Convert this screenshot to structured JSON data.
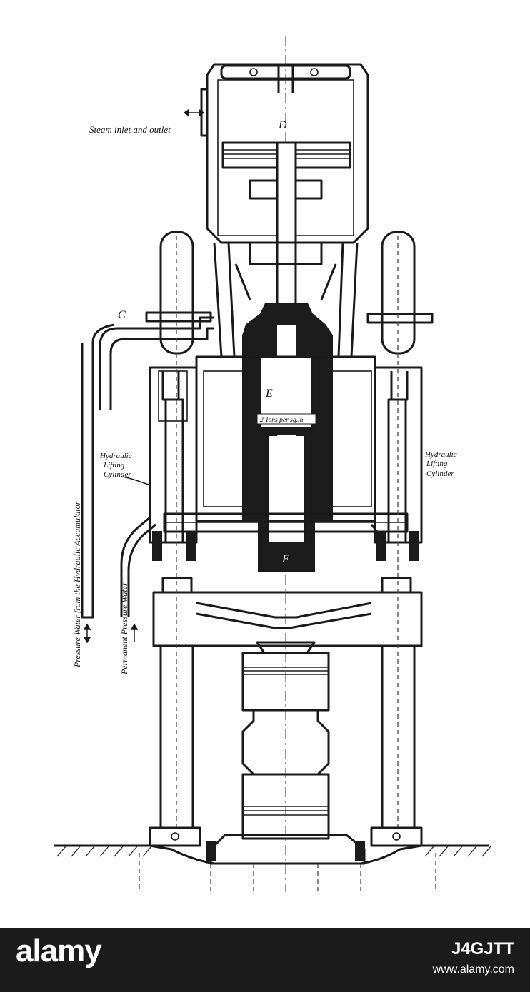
{
  "labels": {
    "steam": "Steam inlet and outlet",
    "d": "D",
    "c": "C",
    "e": "E",
    "tons": "2 Tons per sq.in",
    "f": "F",
    "hyd_left_1": "Hydraulic",
    "hyd_left_2": "Lifting",
    "hyd_left_3": "Cylinder",
    "hyd_right_1": "Hydraulic",
    "hyd_right_2": "Lifting",
    "hyd_right_3": "Cylinder",
    "pressure_water": "Pressure Water from the Hydraulic Accumulator",
    "permanent": "Permanent  Pressure Water"
  },
  "watermark": {
    "logo": "alamy",
    "image_id": "J4GJTT",
    "url": "www.alamy.com"
  }
}
